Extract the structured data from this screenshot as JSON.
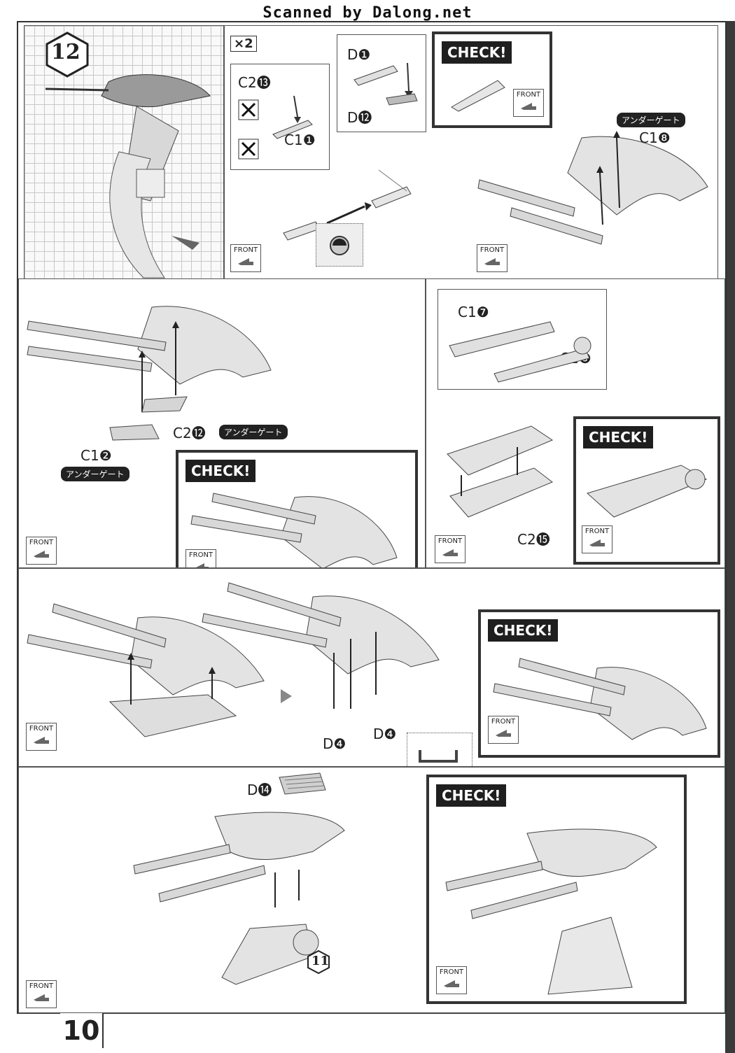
{
  "header": {
    "watermark": "Scanned by Dalong.net"
  },
  "page_number": "10",
  "step": {
    "number": "12",
    "ref_step": "11",
    "multiplier": "×2"
  },
  "labels": {
    "front": "FRONT",
    "check": "CHECK!",
    "under_gate": "アンダーゲート"
  },
  "parts": {
    "c2_13": "C2⓭",
    "c1_1": "C1❶",
    "d1": "D❶",
    "d12": "D⓬",
    "c1_8": "C1❽",
    "c2_12": "C2⓬",
    "c1_2": "C1❷",
    "c1_7": "C1❼",
    "c1_6": "C1❻",
    "c2_15": "C2⓯",
    "d4_a": "D❹",
    "d4_b": "D❹",
    "d14": "D⓮"
  }
}
